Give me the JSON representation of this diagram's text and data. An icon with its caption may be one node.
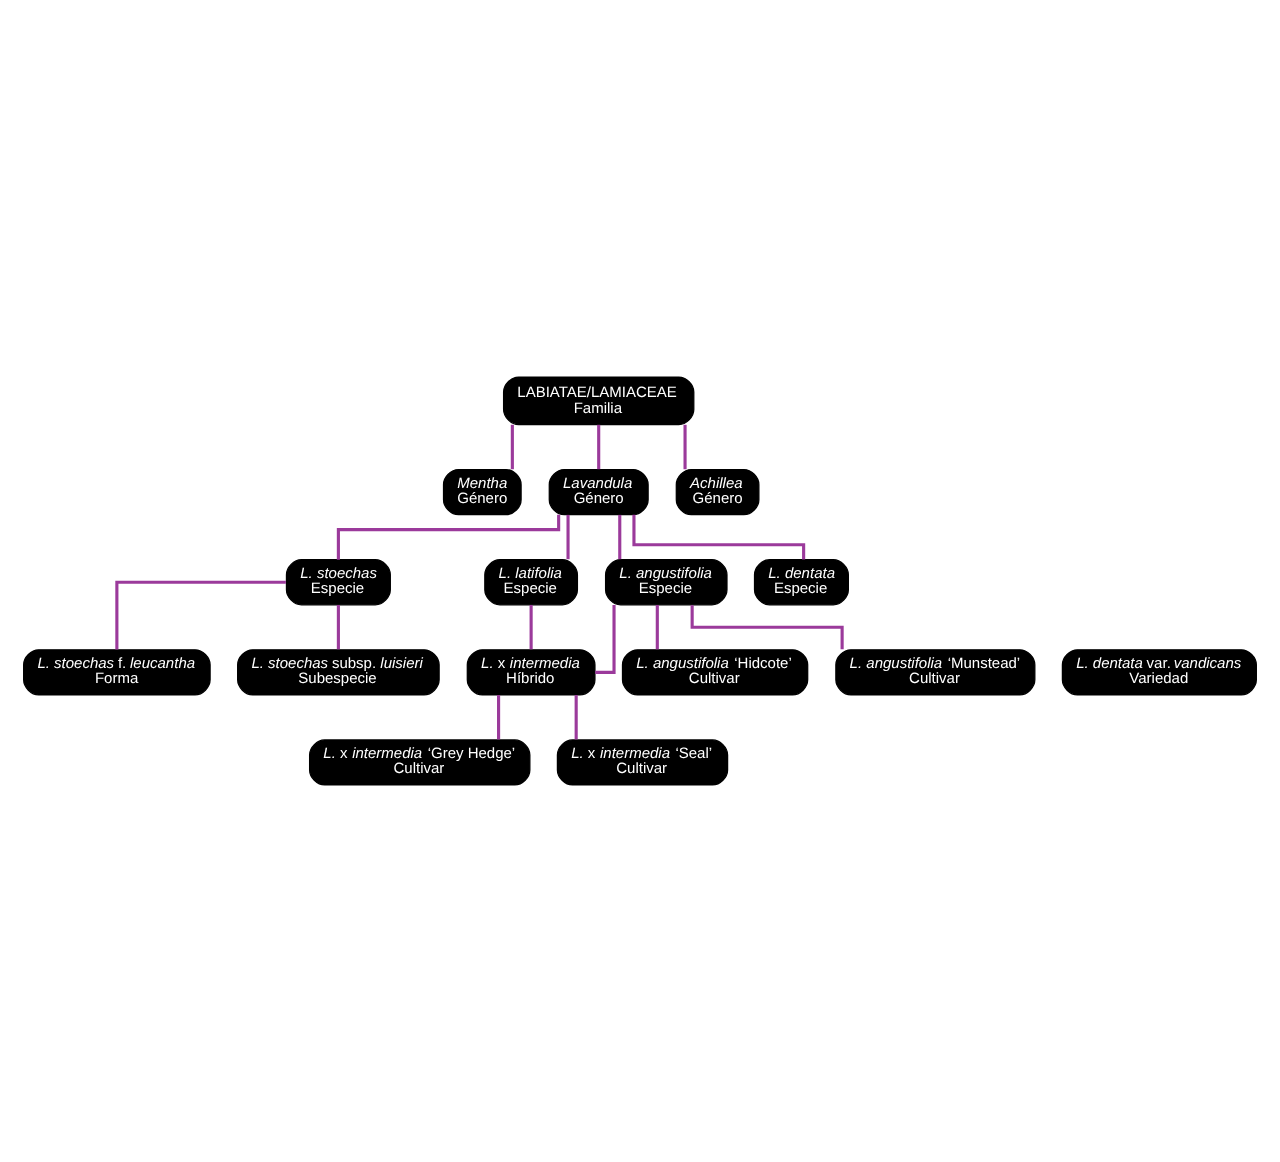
{
  "diagram": {
    "nodes": [
      {
        "text": [
          "LABIATAE/LAMIACEAE",
          "Familia"
        ]
      },
      {
        "text": [
          "*Mentha*",
          "Género"
        ]
      },
      {
        "text": [
          "*Lavandula*",
          "Género"
        ]
      },
      {
        "text": [
          "*Achillea*",
          "Género"
        ]
      },
      {
        "text": [
          "*L. stoechas*",
          "Especie"
        ]
      },
      {
        "text": [
          "*L. latifolia*",
          "Especie"
        ]
      },
      {
        "text": [
          "*L. angustifolia*",
          "Especie"
        ]
      },
      {
        "text": [
          "*L. dentata*",
          "Especie"
        ]
      },
      {
        "text": [
          "*L. dentata* var. *vandicans*",
          "Variedad"
        ]
      },
      {
        "text": [
          "*L. stoechas* f. *leucantha*",
          "Forma"
        ]
      },
      {
        "text": [
          "*L. stoechas* subsp. *luisieri*",
          "Subespecie"
        ]
      },
      {
        "text": [
          "*L. angustifolia* ‘Hidcote’",
          "Cultivar"
        ]
      },
      {
        "text": [
          "*L. angustifolia* ‘Munstead’",
          "Cultivar"
        ]
      },
      {
        "text": [
          "*L.* x *intermedia*",
          "Híbrido"
        ]
      },
      {
        "text": [
          "*L.* x *intermedia* ‘Grey Hedge’",
          "Cultivar"
        ]
      },
      {
        "text": [
          "*L.* x *intermedia* ‘Seal’",
          "Cultivar"
        ]
      }
    ],
    "edges": [
      {
        "from": 0,
        "to": 1,
        "arrow": "none"
      },
      {
        "from": 0,
        "to": 2,
        "arrow": "none"
      },
      {
        "from": 0,
        "to": 3,
        "arrow": "none"
      },
      {
        "from": 2,
        "to": 4,
        "arrow": "none"
      },
      {
        "from": 2,
        "to": 5,
        "arrow": "none"
      },
      {
        "from": 2,
        "to": 6,
        "arrow": "none"
      },
      {
        "from": 2,
        "to": 7,
        "arrow": "none"
      },
      {
        "from": 4,
        "to": 9,
        "arrow": "none"
      },
      {
        "from": 4,
        "to": 10,
        "arrow": "none"
      },
      {
        "from": 6,
        "to": 11,
        "arrow": "none"
      },
      {
        "from": 6,
        "to": 12,
        "arrow": "none"
      },
      {
        "from": 5,
        "to": 13,
        "arrow": "none"
      },
      {
        "from": 6,
        "to": 13,
        "arrow": "none"
      },
      {
        "from": 13,
        "to": 14,
        "arrow": "none"
      },
      {
        "from": 13,
        "to": 15,
        "arrow": "none"
      }
    ]
  }
}
